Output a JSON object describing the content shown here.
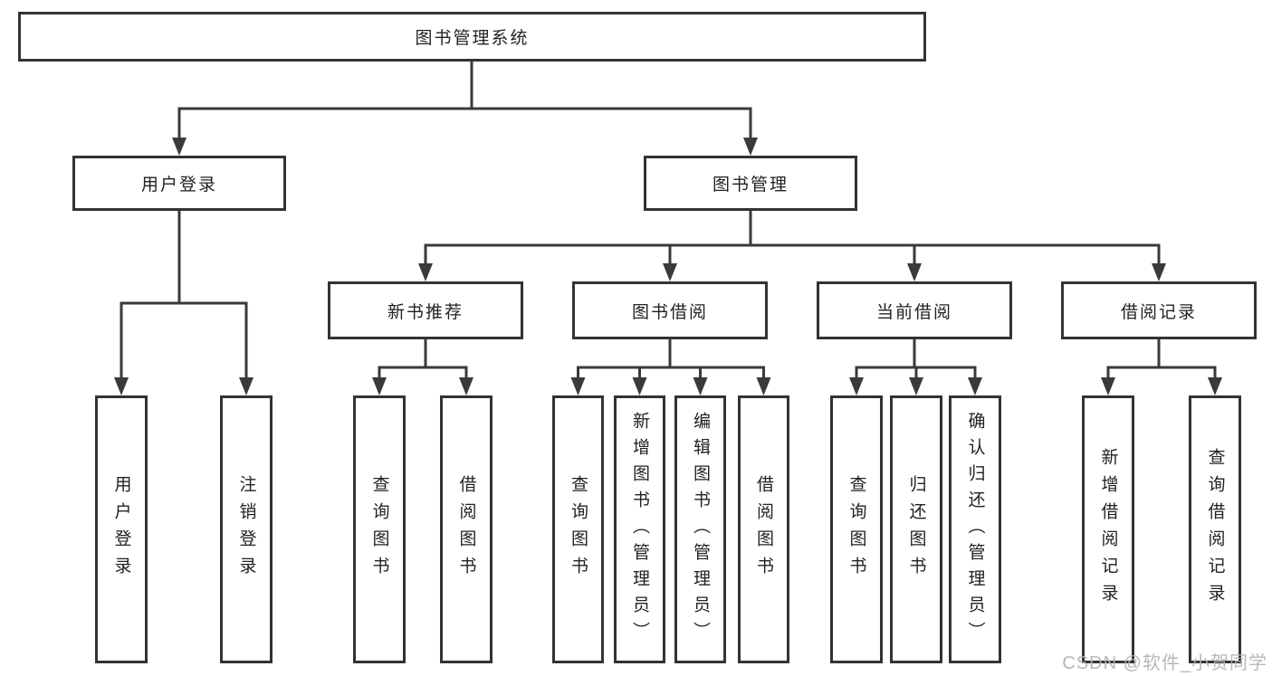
{
  "diagram": {
    "root": {
      "label": "图书管理系统"
    },
    "level2": [
      {
        "label": "用户登录"
      },
      {
        "label": "图书管理"
      }
    ],
    "level3": [
      {
        "label": "新书推荐"
      },
      {
        "label": "图书借阅"
      },
      {
        "label": "当前借阅"
      },
      {
        "label": "借阅记录"
      }
    ],
    "leaves": {
      "user_login": [
        "用户登录",
        "注销登录"
      ],
      "new_book": [
        "查询图书",
        "借阅图书"
      ],
      "borrow": [
        "查询图书",
        "新增图书（管理员）",
        "编辑图书（管理员）",
        "借阅图书"
      ],
      "current": [
        "查询图书",
        "归还图书",
        "确认归还（管理员）"
      ],
      "records": [
        "新增借阅记录",
        "查询借阅记录"
      ]
    },
    "colors": {
      "line": "#3a3a3a",
      "box_border": "#333333",
      "background": "#ffffff",
      "text": "#222222",
      "watermark": "#b2b2b2"
    }
  },
  "watermark": {
    "text": "CSDN @软件_小贺同学"
  }
}
